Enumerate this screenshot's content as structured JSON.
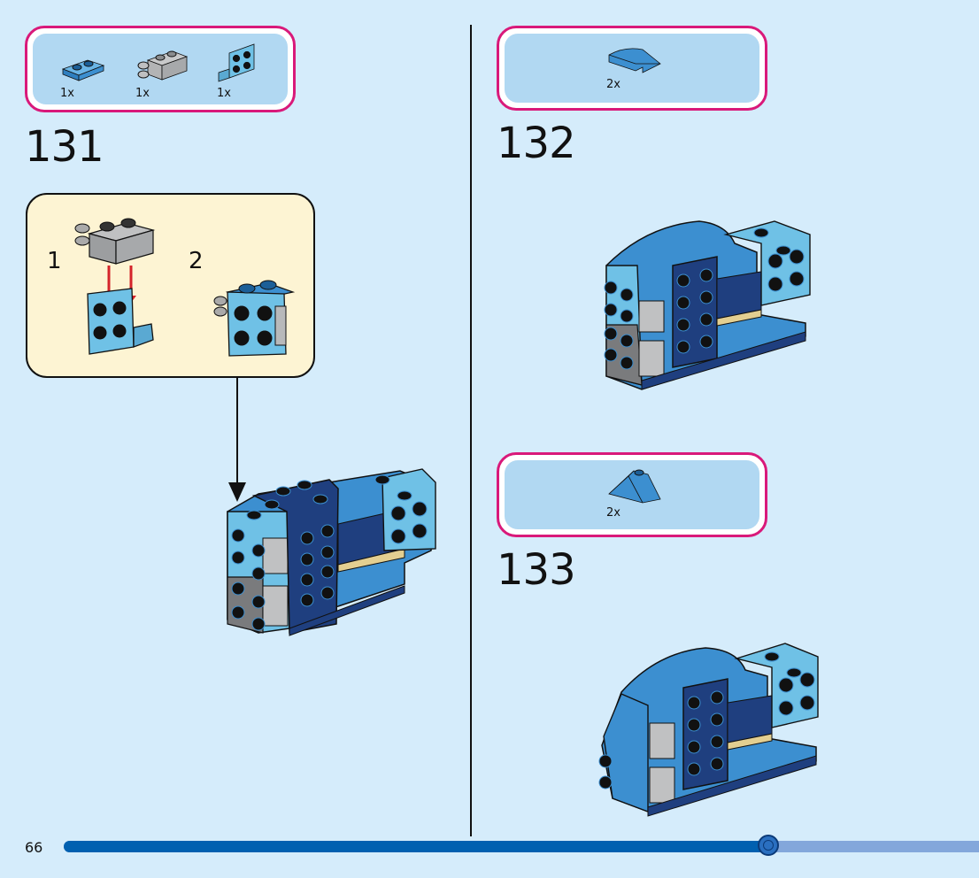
{
  "page": {
    "number": "66",
    "progress_percent": 77
  },
  "steps": [
    {
      "number": "131",
      "parts": [
        {
          "name": "plate-1x2-blue",
          "qty": "1x",
          "color": "#3c8fd0"
        },
        {
          "name": "hinge-brick-1x2-gray",
          "qty": "1x",
          "color": "#a7a9ab"
        },
        {
          "name": "bracket-1x2-2x2-light-blue",
          "qty": "1x",
          "color": "#6fc1e6"
        }
      ],
      "sub_assembly": {
        "steps": [
          {
            "label": "1"
          },
          {
            "label": "2"
          }
        ]
      }
    },
    {
      "number": "132",
      "parts": [
        {
          "name": "curved-slope-2x2-blue",
          "qty": "2x",
          "color": "#3c8fd0"
        }
      ]
    },
    {
      "number": "133",
      "parts": [
        {
          "name": "wedge-slope-corner-blue",
          "qty": "2x",
          "color": "#3c8fd0"
        }
      ]
    }
  ],
  "colors": {
    "background": "#d5ecfb",
    "parts_border": "#d9197a",
    "parts_fill": "#b1d8f2",
    "sub_fill": "#fdf4d3",
    "progress_done": "#0060b0",
    "progress_todo": "#83a7db",
    "arrow_red": "#d4232a"
  }
}
